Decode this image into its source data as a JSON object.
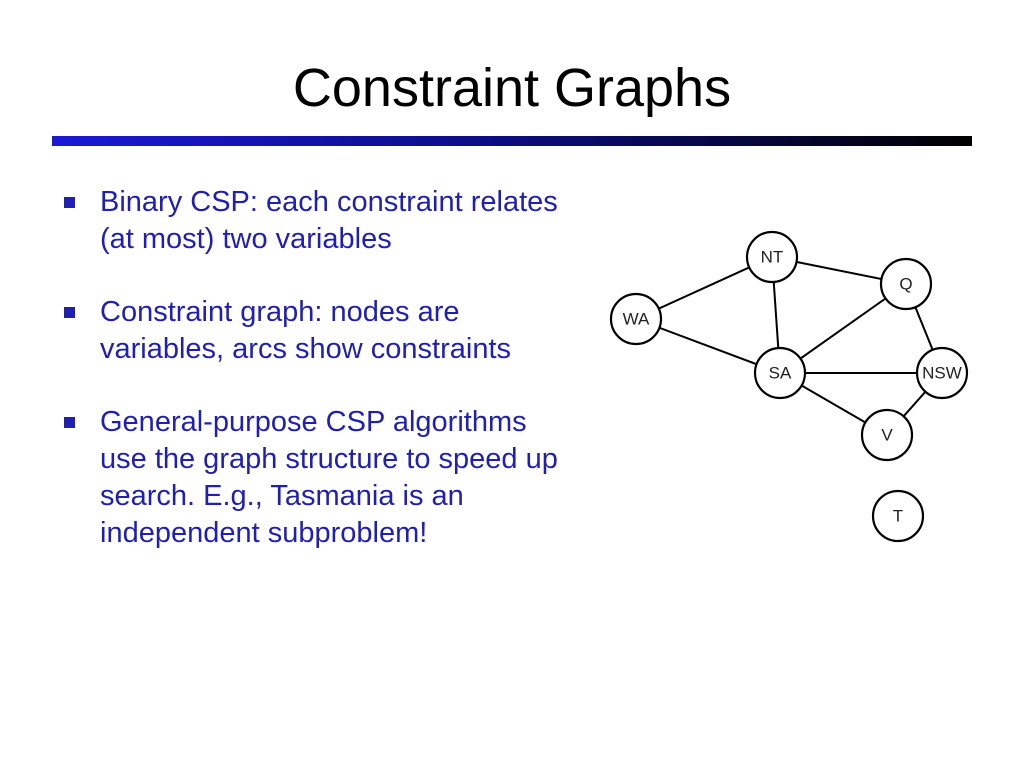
{
  "slide": {
    "title": "Constraint Graphs"
  },
  "bullets": [
    "Binary CSP: each constraint relates (at most) two variables",
    "Constraint graph: nodes are variables, arcs show constraints",
    "General-purpose CSP algorithms use the graph structure to speed up search. E.g., Tasmania is an independent subproblem!"
  ],
  "graph": {
    "nodes": [
      {
        "id": "NT",
        "label": "NT"
      },
      {
        "id": "Q",
        "label": "Q"
      },
      {
        "id": "WA",
        "label": "WA"
      },
      {
        "id": "SA",
        "label": "SA"
      },
      {
        "id": "NSW",
        "label": "NSW"
      },
      {
        "id": "V",
        "label": "V"
      },
      {
        "id": "T",
        "label": "T"
      }
    ],
    "edges": [
      [
        "WA",
        "NT"
      ],
      [
        "WA",
        "SA"
      ],
      [
        "NT",
        "Q"
      ],
      [
        "NT",
        "SA"
      ],
      [
        "SA",
        "Q"
      ],
      [
        "SA",
        "NSW"
      ],
      [
        "SA",
        "V"
      ],
      [
        "Q",
        "NSW"
      ],
      [
        "NSW",
        "V"
      ]
    ]
  },
  "colors": {
    "bullet_text": "#1f1fb4",
    "rule_start": "#1a1ad6",
    "rule_end": "#000000"
  }
}
